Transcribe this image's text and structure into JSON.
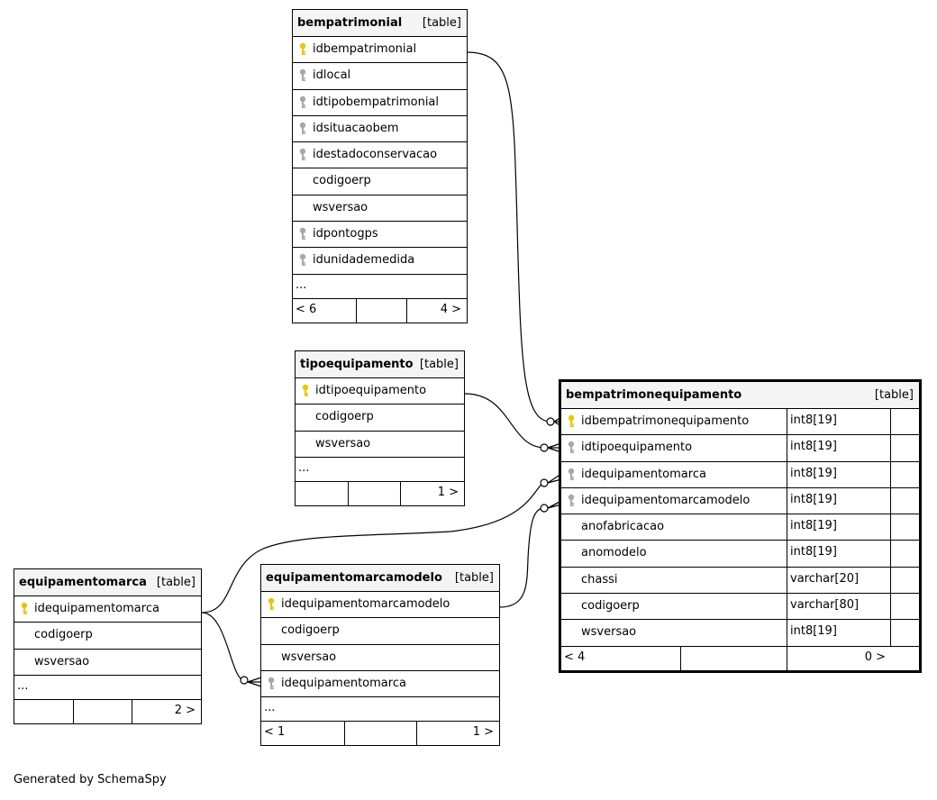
{
  "tables": {
    "bempatrimonial": {
      "name": "bempatrimonial",
      "tag": "[table]",
      "columns": [
        {
          "name": "idbempatrimonial",
          "key": "primary"
        },
        {
          "name": "idlocal",
          "key": "foreign"
        },
        {
          "name": "idtipobempatrimonial",
          "key": "foreign"
        },
        {
          "name": "idsituacaobem",
          "key": "foreign"
        },
        {
          "name": "idestadoconservacao",
          "key": "foreign"
        },
        {
          "name": "codigoerp",
          "key": "none"
        },
        {
          "name": "wsversao",
          "key": "none"
        },
        {
          "name": "idpontogps",
          "key": "foreign"
        },
        {
          "name": "idunidademedida",
          "key": "foreign"
        }
      ],
      "more": "...",
      "footer": {
        "left": "< 6",
        "right": "4 >"
      }
    },
    "tipoequipamento": {
      "name": "tipoequipamento",
      "tag": "[table]",
      "columns": [
        {
          "name": "idtipoequipamento",
          "key": "primary"
        },
        {
          "name": "codigoerp",
          "key": "none"
        },
        {
          "name": "wsversao",
          "key": "none"
        }
      ],
      "more": "...",
      "footer": {
        "left": "",
        "right": "1 >"
      }
    },
    "bempatrimonequipamento": {
      "name": "bempatrimonequipamento",
      "tag": "[table]",
      "columns": [
        {
          "name": "idbempatrimonequipamento",
          "key": "primary",
          "type": "int8[19]"
        },
        {
          "name": "idtipoequipamento",
          "key": "foreign",
          "type": "int8[19]"
        },
        {
          "name": "idequipamentomarca",
          "key": "foreign",
          "type": "int8[19]"
        },
        {
          "name": "idequipamentomarcamodelo",
          "key": "foreign",
          "type": "int8[19]"
        },
        {
          "name": "anofabricacao",
          "key": "none",
          "type": "int8[19]"
        },
        {
          "name": "anomodelo",
          "key": "none",
          "type": "int8[19]"
        },
        {
          "name": "chassi",
          "key": "none",
          "type": "varchar[20]"
        },
        {
          "name": "codigoerp",
          "key": "none",
          "type": "varchar[80]"
        },
        {
          "name": "wsversao",
          "key": "none",
          "type": "int8[19]"
        }
      ],
      "footer": {
        "left": "< 4",
        "right": "0 >"
      }
    },
    "equipamentomarca": {
      "name": "equipamentomarca",
      "tag": "[table]",
      "columns": [
        {
          "name": "idequipamentomarca",
          "key": "primary"
        },
        {
          "name": "codigoerp",
          "key": "none"
        },
        {
          "name": "wsversao",
          "key": "none"
        }
      ],
      "more": "...",
      "footer": {
        "left": "",
        "right": "2 >"
      }
    },
    "equipamentomarcamodelo": {
      "name": "equipamentomarcamodelo",
      "tag": "[table]",
      "columns": [
        {
          "name": "idequipamentomarcamodelo",
          "key": "primary"
        },
        {
          "name": "codigoerp",
          "key": "none"
        },
        {
          "name": "wsversao",
          "key": "none"
        },
        {
          "name": "idequipamentomarca",
          "key": "foreign"
        }
      ],
      "more": "...",
      "footer": {
        "left": "< 1",
        "right": "1 >"
      }
    }
  },
  "key_colors": {
    "primary": "#e6c700",
    "foreign": "#a8a8a8"
  },
  "generated_by": "Generated by SchemaSpy"
}
